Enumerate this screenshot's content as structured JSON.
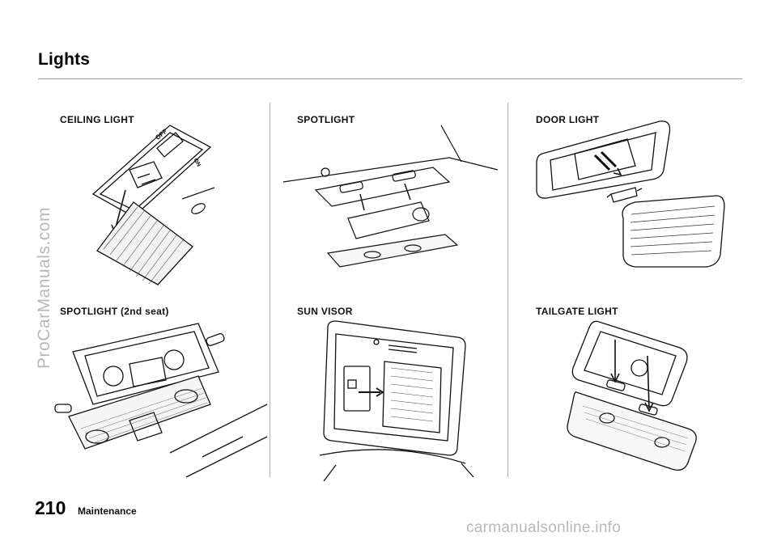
{
  "header": {
    "title": "Lights"
  },
  "figures": {
    "ceiling_light": {
      "label": "CEILING LIGHT"
    },
    "spotlight": {
      "label": "SPOTLIGHT"
    },
    "door_light": {
      "label": "DOOR LIGHT"
    },
    "spotlight_2nd": {
      "label": "SPOTLIGHT (2nd seat)"
    },
    "sun_visor": {
      "label": "SUN VISOR"
    },
    "tailgate_light": {
      "label": "TAILGATE LIGHT"
    }
  },
  "switch_markings": {
    "off": "OFF",
    "on": "ON"
  },
  "watermark": "ProCarManuals.com",
  "footer": {
    "page_number": "210",
    "section": "Maintenance",
    "site": "carmanualsonline.info"
  }
}
